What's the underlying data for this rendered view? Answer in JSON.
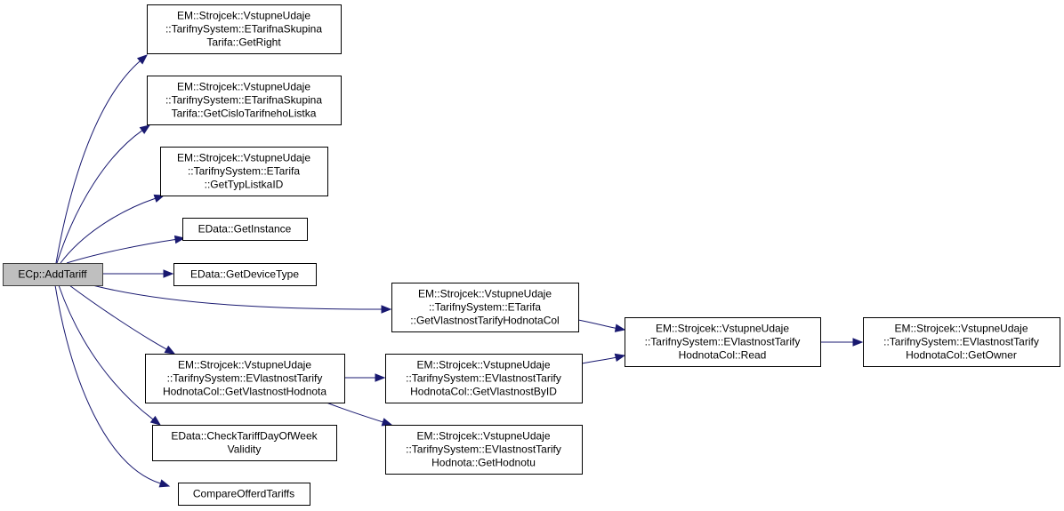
{
  "graph": {
    "type": "call-graph",
    "colors": {
      "edge": "#191970",
      "root_fill": "#bfbfbf",
      "node_fill": "#ffffff",
      "node_border": "#000000"
    },
    "nodes": [
      {
        "id": "addtariff",
        "root": true,
        "lines": [
          "ECp::AddTariff"
        ]
      },
      {
        "id": "getright",
        "lines": [
          "EM::Strojcek::VstupneUdaje",
          "::TarifnySystem::ETarifnaSkupina",
          "Tarifa::GetRight"
        ]
      },
      {
        "id": "getcislo",
        "lines": [
          "EM::Strojcek::VstupneUdaje",
          "::TarifnySystem::ETarifnaSkupina",
          "Tarifa::GetCisloTarifnehoListka"
        ]
      },
      {
        "id": "gettyp",
        "lines": [
          "EM::Strojcek::VstupneUdaje",
          "::TarifnySystem::ETarifa",
          "::GetTypListkaID"
        ]
      },
      {
        "id": "getinstance",
        "lines": [
          "EData::GetInstance"
        ]
      },
      {
        "id": "getdevicetype",
        "lines": [
          "EData::GetDeviceType"
        ]
      },
      {
        "id": "getvlastnostcol",
        "lines": [
          "EM::Strojcek::VstupneUdaje",
          "::TarifnySystem::ETarifa",
          "::GetVlastnostTarifyHodnotaCol"
        ]
      },
      {
        "id": "getvlastnosthodnota",
        "lines": [
          "EM::Strojcek::VstupneUdaje",
          "::TarifnySystem::EVlastnostTarify",
          "HodnotaCol::GetVlastnostHodnota"
        ]
      },
      {
        "id": "checktariff",
        "lines": [
          "EData::CheckTariffDayOfWeek",
          "Validity"
        ]
      },
      {
        "id": "compare",
        "lines": [
          "CompareOfferdTariffs"
        ]
      },
      {
        "id": "getbyid",
        "lines": [
          "EM::Strojcek::VstupneUdaje",
          "::TarifnySystem::EVlastnostTarify",
          "HodnotaCol::GetVlastnostByID"
        ]
      },
      {
        "id": "gethodnotu",
        "lines": [
          "EM::Strojcek::VstupneUdaje",
          "::TarifnySystem::EVlastnostTarify",
          "Hodnota::GetHodnotu"
        ]
      },
      {
        "id": "read",
        "lines": [
          "EM::Strojcek::VstupneUdaje",
          "::TarifnySystem::EVlastnostTarify",
          "HodnotaCol::Read"
        ]
      },
      {
        "id": "getowner",
        "lines": [
          "EM::Strojcek::VstupneUdaje",
          "::TarifnySystem::EVlastnostTarify",
          "HodnotaCol::GetOwner"
        ]
      }
    ],
    "edges": [
      {
        "from": "addtariff",
        "to": "getright"
      },
      {
        "from": "addtariff",
        "to": "getcislo"
      },
      {
        "from": "addtariff",
        "to": "gettyp"
      },
      {
        "from": "addtariff",
        "to": "getinstance"
      },
      {
        "from": "addtariff",
        "to": "getdevicetype"
      },
      {
        "from": "addtariff",
        "to": "getvlastnostcol"
      },
      {
        "from": "addtariff",
        "to": "getvlastnosthodnota"
      },
      {
        "from": "addtariff",
        "to": "checktariff"
      },
      {
        "from": "addtariff",
        "to": "compare"
      },
      {
        "from": "getvlastnostcol",
        "to": "read"
      },
      {
        "from": "getvlastnosthodnota",
        "to": "getbyid"
      },
      {
        "from": "getvlastnosthodnota",
        "to": "gethodnotu"
      },
      {
        "from": "getbyid",
        "to": "read"
      },
      {
        "from": "read",
        "to": "getowner"
      }
    ]
  }
}
